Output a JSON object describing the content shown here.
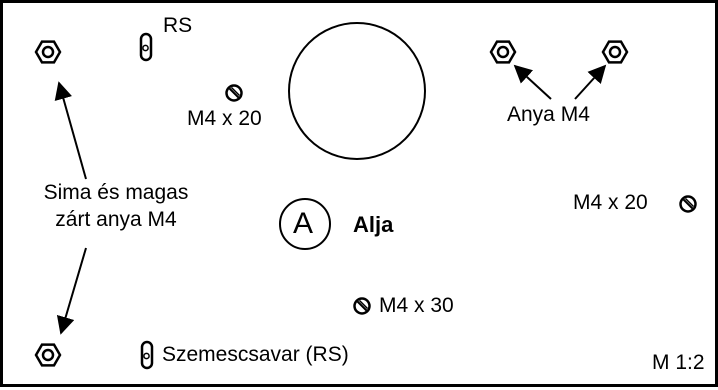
{
  "labels": {
    "rs": "RS",
    "screw_top": "M4 x 20",
    "nut_m4": "Anya M4",
    "cap_nut_line1": "Sima és magas",
    "cap_nut_line2": "zárt anya M4",
    "part_letter": "A",
    "part_name": "Alja",
    "screw_right": "M4 x 20",
    "screw_bottom": "M4 x 30",
    "eye_bolt": "Szemescsavar (RS)",
    "scale": "M 1:2"
  },
  "icons": {
    "nut": "hex-nut-icon",
    "screw": "screw-head-icon",
    "eye_bolt": "eye-bolt-icon"
  }
}
